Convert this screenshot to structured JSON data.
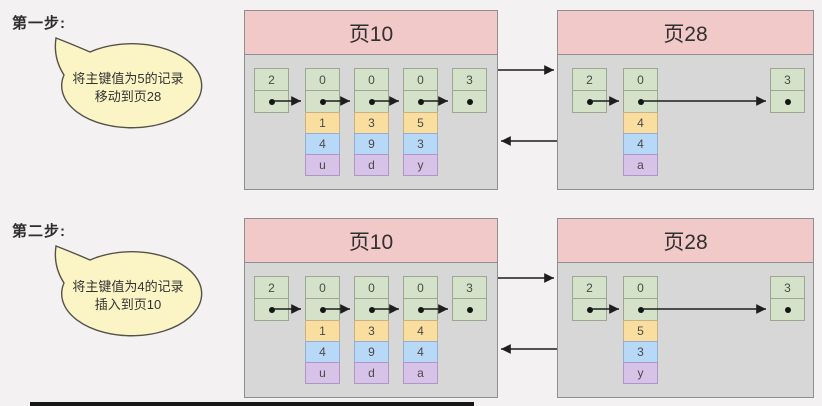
{
  "steps": [
    {
      "label": "第一步:",
      "bubble": {
        "lines": [
          "将主键值为5的记录",
          "移动到页28"
        ]
      },
      "pages": [
        {
          "title": "页10",
          "records": [
            {
              "type": "2",
              "cells": []
            },
            {
              "type": "0",
              "cells": [
                "1",
                "4",
                "u"
              ]
            },
            {
              "type": "0",
              "cells": [
                "3",
                "9",
                "d"
              ]
            },
            {
              "type": "0",
              "cells": [
                "5",
                "3",
                "y"
              ]
            },
            {
              "type": "3",
              "cells": []
            }
          ]
        },
        {
          "title": "页28",
          "records": [
            {
              "type": "2",
              "cells": []
            },
            {
              "type": "0",
              "cells": [
                "4",
                "4",
                "a"
              ]
            },
            {
              "type": "3",
              "cells": []
            }
          ]
        }
      ]
    },
    {
      "label": "第二步:",
      "bubble": {
        "lines": [
          "将主键值为4的记录",
          "插入到页10"
        ]
      },
      "pages": [
        {
          "title": "页10",
          "records": [
            {
              "type": "2",
              "cells": []
            },
            {
              "type": "0",
              "cells": [
                "1",
                "4",
                "u"
              ]
            },
            {
              "type": "0",
              "cells": [
                "3",
                "9",
                "d"
              ]
            },
            {
              "type": "0",
              "cells": [
                "4",
                "4",
                "a"
              ]
            },
            {
              "type": "3",
              "cells": []
            }
          ]
        },
        {
          "title": "页28",
          "records": [
            {
              "type": "2",
              "cells": []
            },
            {
              "type": "0",
              "cells": [
                "5",
                "3",
                "y"
              ]
            },
            {
              "type": "3",
              "cells": []
            }
          ]
        }
      ]
    }
  ],
  "colors": {
    "page_header": "#f2c9c9",
    "page_body": "#d8d7d8",
    "record_header_cell": "#d3e2c9",
    "primary_key_cell": "#fade9f",
    "value_cell": "#b8d8f7",
    "extra_cell": "#d7c2e8",
    "speech_bubble": "#fbf5c5",
    "arrow": "#1e1e1e",
    "progress_bar": "#161616"
  }
}
